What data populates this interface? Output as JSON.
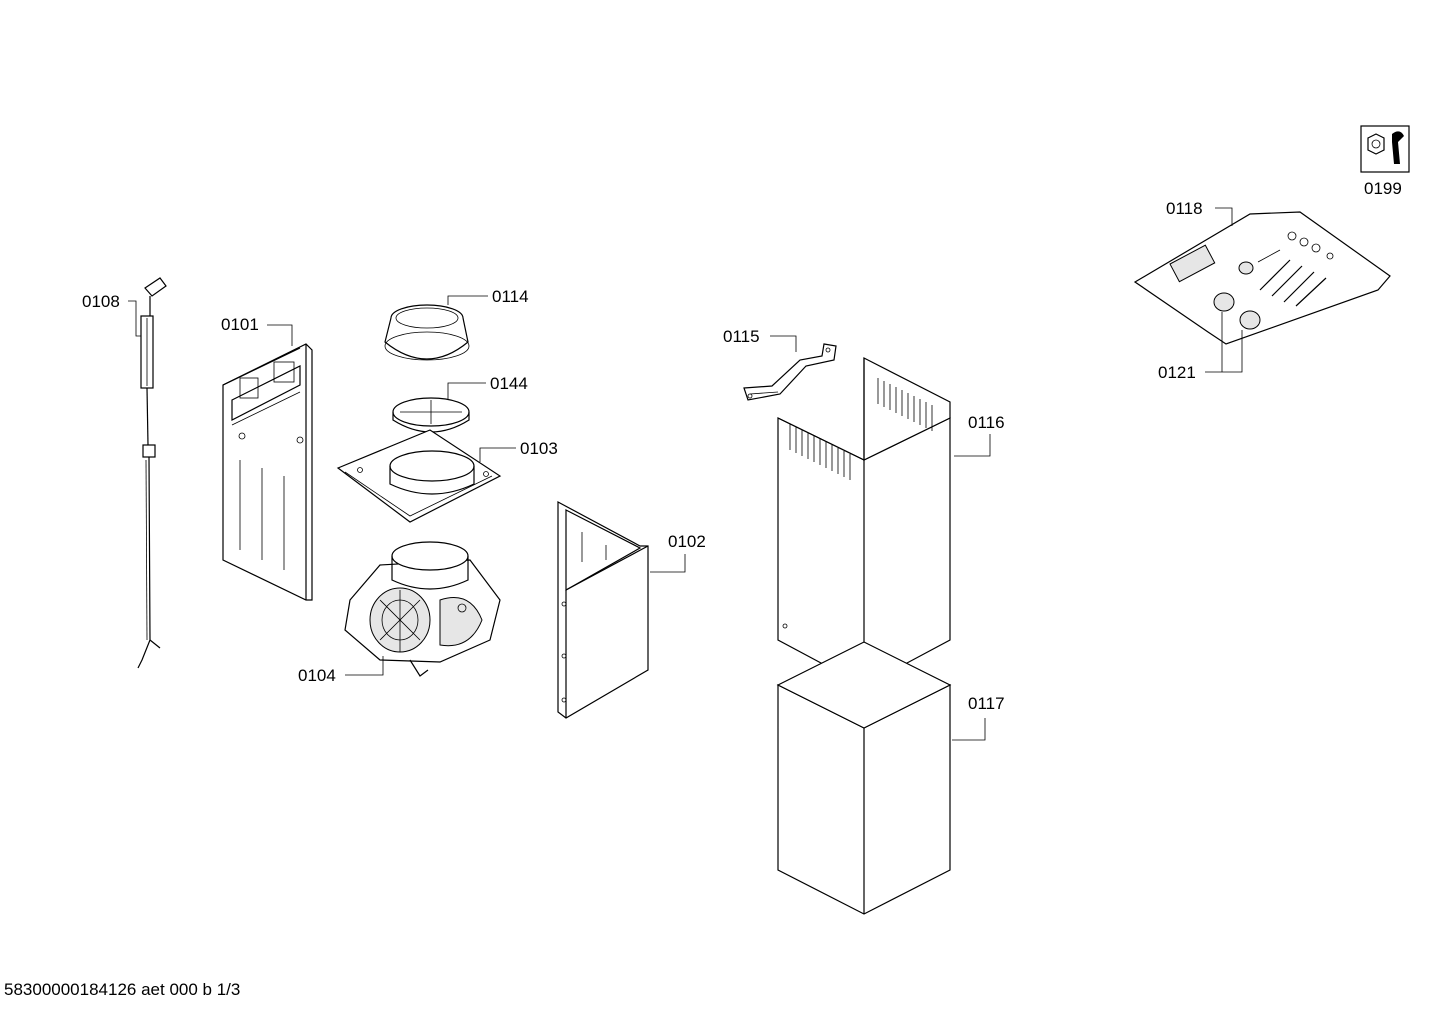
{
  "parts": {
    "p0108": "0108",
    "p0101": "0101",
    "p0114": "0114",
    "p0144": "0144",
    "p0103": "0103",
    "p0104": "0104",
    "p0102": "0102",
    "p0115": "0115",
    "p0116": "0116",
    "p0117": "0117",
    "p0118": "0118",
    "p0121": "0121",
    "p0199": "0199"
  },
  "service_icon": "wrench-nut-icon",
  "footer": "58300000184126 aet 000 b 1/3"
}
